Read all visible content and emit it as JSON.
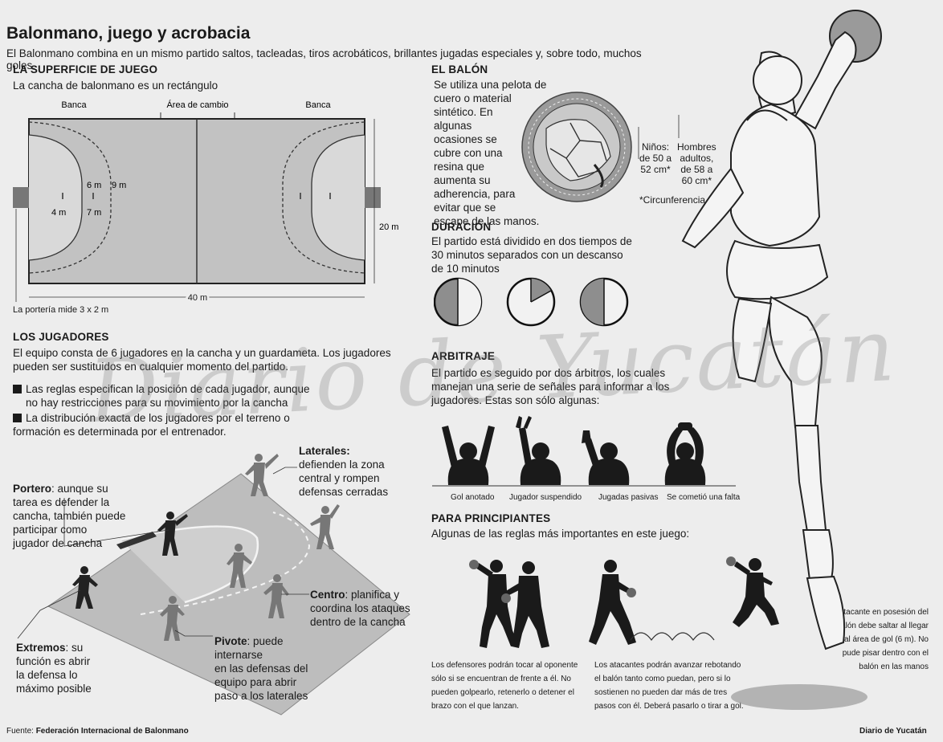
{
  "header": {
    "title": "Balonmano, juego y acrobacia",
    "subtitle": "El Balonmano combina en un mismo partido saltos, tacleadas, tiros acrobáticos, brillantes jugadas especiales y, sobre todo, muchos goles."
  },
  "court": {
    "heading": "LA SUPERFICIE DE JUEGO",
    "intro": "La cancha de balonmano es un rectángulo",
    "bench_left": "Banca",
    "change_area": "Área de cambio",
    "bench_right": "Banca",
    "m6": "6 m",
    "m9": "9 m",
    "m4": "4 m",
    "m7": "7 m",
    "width": "20 m",
    "length": "40 m",
    "goal_note": "La portería mide 3 x 2 m"
  },
  "ball": {
    "heading": "EL BALÓN",
    "text": [
      "Se utiliza una pelota de",
      "cuero o material",
      "sintético. En",
      "algunas",
      "ocasiones se",
      "cubre con una",
      "resina que",
      "aumenta su",
      "adherencia, para",
      "evitar que se",
      "escape de las manos."
    ],
    "kids": [
      "Niños:",
      "de 50 a",
      "52 cm*"
    ],
    "adults": [
      "Hombres",
      "adultos,",
      "de 58 a",
      "60 cm*"
    ],
    "footnote": "*Circunferencia"
  },
  "duration": {
    "heading": "DURACIÓN",
    "text": [
      "El partido está dividido en dos tiempos de",
      "30 minutos separados con un descanso",
      "de 10 minutos"
    ]
  },
  "players": {
    "heading": "LOS JUGADORES",
    "intro": [
      "El equipo consta de 6 jugadores en la cancha y un guardameta. Los jugadores",
      "pueden ser sustituidos en cualquier momento del partido."
    ],
    "bullet1": [
      "Las reglas especifican la posición de cada jugador, aunque",
      "no hay restricciones para su movimiento por la cancha"
    ],
    "bullet2": [
      "La distribución exacta de los jugadores por el terreno o",
      "formación es determinada por el entrenador."
    ]
  },
  "positions": {
    "laterales_title": "Laterales:",
    "laterales_text": [
      "defienden la zona",
      "central y rompen",
      "defensas cerradas"
    ],
    "portero_title": "Portero",
    "portero_text": [
      ": aunque su",
      "tarea es defender la",
      "cancha, también puede",
      "participar como",
      "jugador de cancha"
    ],
    "centro_title": "Centro",
    "centro_text": [
      ": planifica y",
      "coordina los ataques",
      "dentro de la cancha"
    ],
    "pivote_title": "Pivote",
    "pivote_text": [
      ": puede",
      "internarse",
      "en las defensas del",
      "equipo para abrir",
      "paso a los laterales"
    ],
    "extremos_title": "Extremos",
    "extremos_text": [
      ": su",
      "función es abrir",
      "la defensa lo",
      "máximo posible"
    ]
  },
  "referee": {
    "heading": "ARBITRAJE",
    "text": [
      "El partido es seguido por dos árbitros, los cuales",
      "manejan una serie de señales para informar a los",
      "jugadores. Estas son sólo algunas:"
    ],
    "signals": [
      "Gol anotado",
      "Jugador suspendido",
      "Jugadas pasivas",
      "Se cometió una falta"
    ]
  },
  "beginners": {
    "heading": "PARA PRINCIPIANTES",
    "intro": "Algunas de las reglas más importantes en este juego:",
    "rule1": [
      "Los defensores podrán tocar al oponente",
      "sólo si se encuentran de frente a él. No",
      "pueden golpearlo, retenerlo o detener el",
      "brazo con el que lanzan."
    ],
    "rule2": [
      "Los atacantes podrán avanzar rebotando",
      "el balón tanto como puedan, pero si lo",
      "sostienen no pueden dar más de tres",
      "pasos con él. Deberá pasarlo o tirar a gol."
    ],
    "rule3": [
      "El atacante en posesión del",
      "balón debe saltar al llegar",
      "al área de gol (6 m). No",
      "pude pisar dentro con el",
      "balón en las manos"
    ]
  },
  "footer": {
    "source_label": "Fuente: ",
    "source": "Federación Internacional de Balonmano",
    "credit": "Diario de Yucatán"
  },
  "watermark": "Diario de Yucatán"
}
